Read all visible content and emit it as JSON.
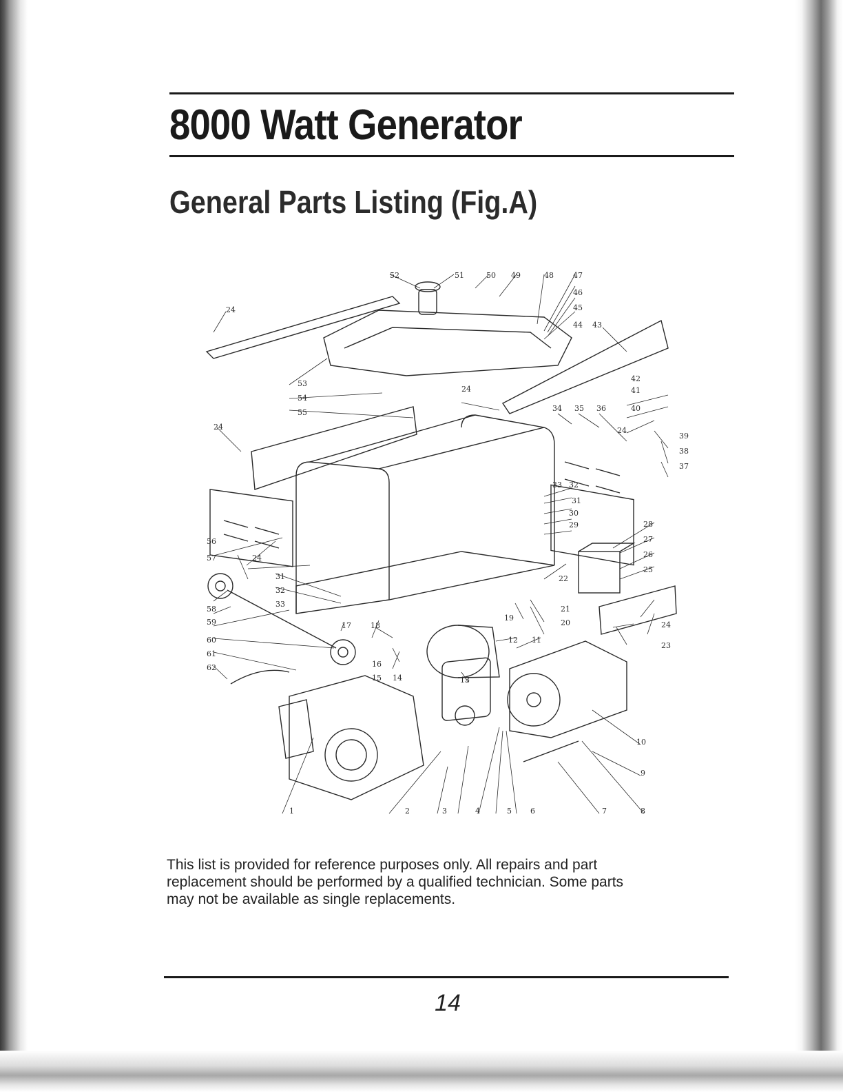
{
  "document": {
    "title": "8000 Watt Generator",
    "subtitle": "General Parts Listing (Fig.A)",
    "disclaimer_lines": [
      "This list is provided for reference purposes only. All repairs and part",
      "replacement should be performed by a qualified technician. Some parts",
      "may not be available as single replacements."
    ],
    "page_number": "14"
  },
  "diagram": {
    "callouts": [
      "1",
      "2",
      "3",
      "4",
      "5",
      "6",
      "7",
      "8",
      "9",
      "10",
      "11",
      "12",
      "13",
      "14",
      "15",
      "16",
      "17",
      "18",
      "19",
      "20",
      "21",
      "22",
      "23",
      "24",
      "25",
      "26",
      "27",
      "28",
      "29",
      "30",
      "31",
      "32",
      "33",
      "34",
      "35",
      "36",
      "37",
      "38",
      "39",
      "40",
      "41",
      "42",
      "43",
      "44",
      "45",
      "46",
      "47",
      "48",
      "49",
      "50",
      "51",
      "52",
      "53",
      "54",
      "55",
      "56",
      "57",
      "58",
      "59",
      "60",
      "61",
      "62"
    ]
  }
}
